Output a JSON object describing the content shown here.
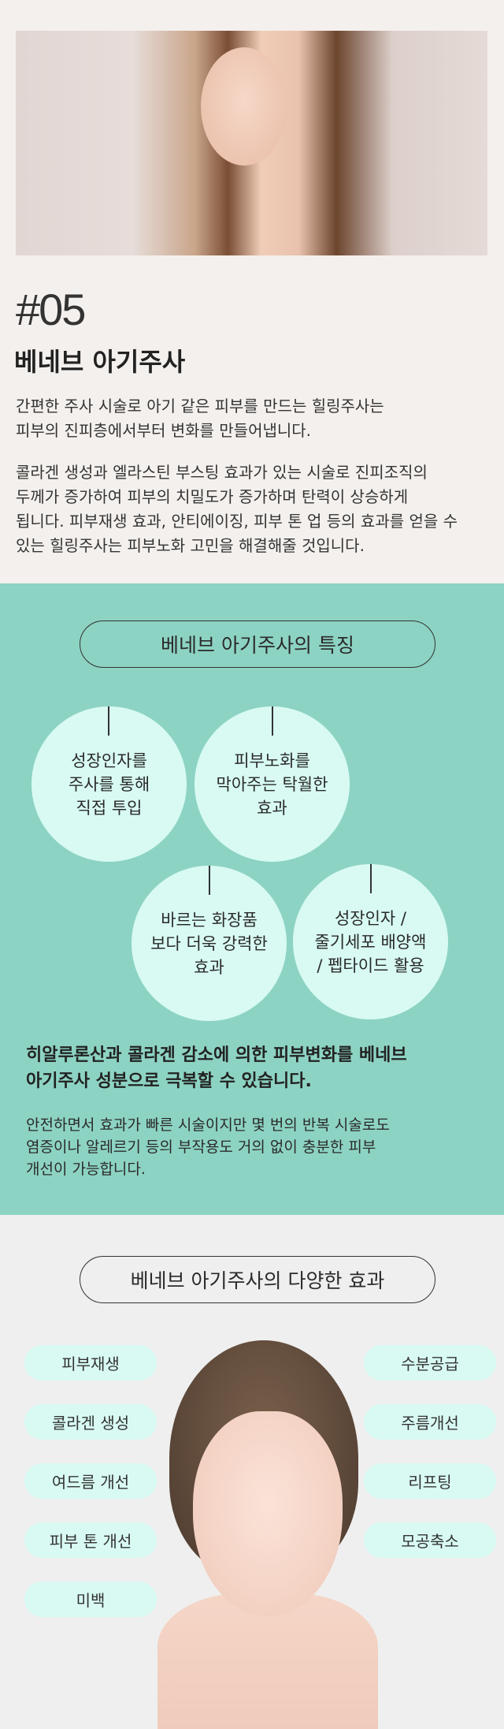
{
  "intro": {
    "number": "#05",
    "title": "베네브 아기주사",
    "para1": [
      "간편한 주사 시술로 아기 같은 피부를 만드는 힐링주사는",
      "피부의 진피층에서부터 변화를 만들어냅니다."
    ],
    "para2": [
      "콜라겐 생성과 엘라스틴 부스팅 효과가 있는 시술로 진피조직의",
      "두께가 증가하여 피부의 치밀도가 증가하며 탄력이 상승하게",
      "됩니다. 피부재생 효과, 안티에이징, 피부 톤 업 등의 효과를 얻을 수",
      "있는 힐링주사는 피부노화 고민을 해결해줄 것입니다."
    ]
  },
  "features": {
    "heading": "베네브 아기주사의 특징",
    "items": [
      "성장인자를\n주사를 통해\n직접 투입",
      "피부노화를\n막아주는 탁월한\n효과",
      "바르는 화장품\n보다 더욱 강력한\n효과",
      "성장인자 /\n줄기세포 배양액\n/ 펩타이드 활용"
    ],
    "bold": [
      "히알루론산과 콜라겐 감소에 의한 피부변화를 베네브",
      "아기주사 성분으로 극복할 수 있습니다."
    ],
    "desc": [
      "안전하면서 효과가 빠른 시술이지만 몇 번의 반복 시술로도",
      "염증이나 알레르기 등의 부작용도 거의 없이 충분한 피부",
      "개선이 가능합니다."
    ]
  },
  "effects": {
    "heading": "베네브 아기주사의 다양한 효과",
    "left": [
      "피부재생",
      "콜라겐 생성",
      "여드름 개선",
      "피부 톤 개선",
      "미백"
    ],
    "right": [
      "수분공급",
      "주름개선",
      "리프팅",
      "모공축소"
    ]
  },
  "colors": {
    "teal": "#8dd3c3",
    "mint": "#d8faf3",
    "beige": "#f4f0ed"
  }
}
